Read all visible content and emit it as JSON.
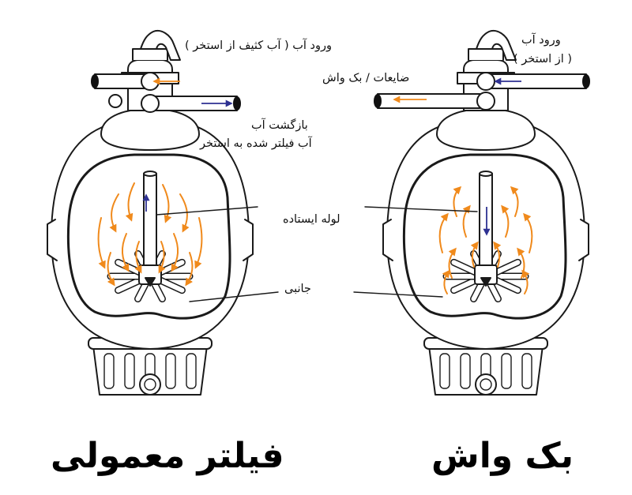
{
  "colors": {
    "outline": "#1a1a1a",
    "body_fill": "#ffffff",
    "flow_arrow": "#f08a1c",
    "water_arrow": "#2e3192",
    "pipe_end": "#111111"
  },
  "icons": [
    "filter-tank-icon",
    "multiport-valve-icon",
    "flow-arrow-icon"
  ],
  "left_panel": {
    "title": "فیلتر معمولی",
    "labels": {
      "inlet": "ورود آب ( آب کثیف از استخر )",
      "return_line1": "بازگشت آب",
      "return_line2": "آب فیلتر شده به استخر",
      "standpipe": "لوله ایستاده",
      "laterals": "جانبی"
    }
  },
  "right_panel": {
    "title": "بک واش",
    "labels": {
      "inlet_line1": "ورود آب",
      "inlet_line2": "( از استخر )",
      "waste": "ضایعات / بک واش"
    }
  }
}
